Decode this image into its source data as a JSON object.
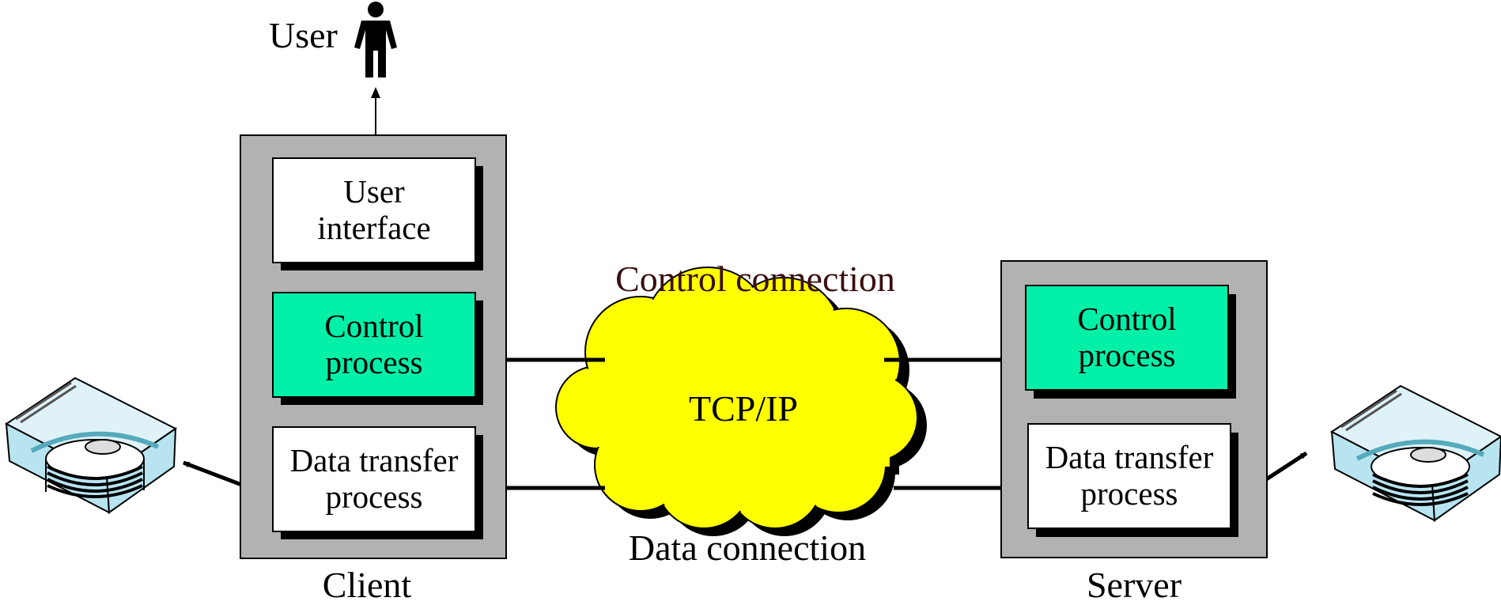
{
  "user_label": "User",
  "client": {
    "label": "Client",
    "user_interface": [
      "User",
      "interface"
    ],
    "control_process": [
      "Control",
      "process"
    ],
    "data_transfer_process": [
      "Data transfer",
      "process"
    ]
  },
  "server": {
    "label": "Server",
    "control_process": [
      "Control",
      "process"
    ],
    "data_transfer_process": [
      "Data transfer",
      "process"
    ]
  },
  "network": {
    "label": "TCP/IP",
    "control_connection_label": "Control connection",
    "data_connection_label": "Data connection"
  },
  "colors": {
    "panel": "#b2b2b2",
    "control_box": "#00f0a8",
    "cloud": "#ffff00",
    "control_connection_text": "#3a0f0f",
    "disk_blue": "#b8e4f0"
  },
  "icons": [
    "person-icon",
    "disk-storage-icon"
  ]
}
